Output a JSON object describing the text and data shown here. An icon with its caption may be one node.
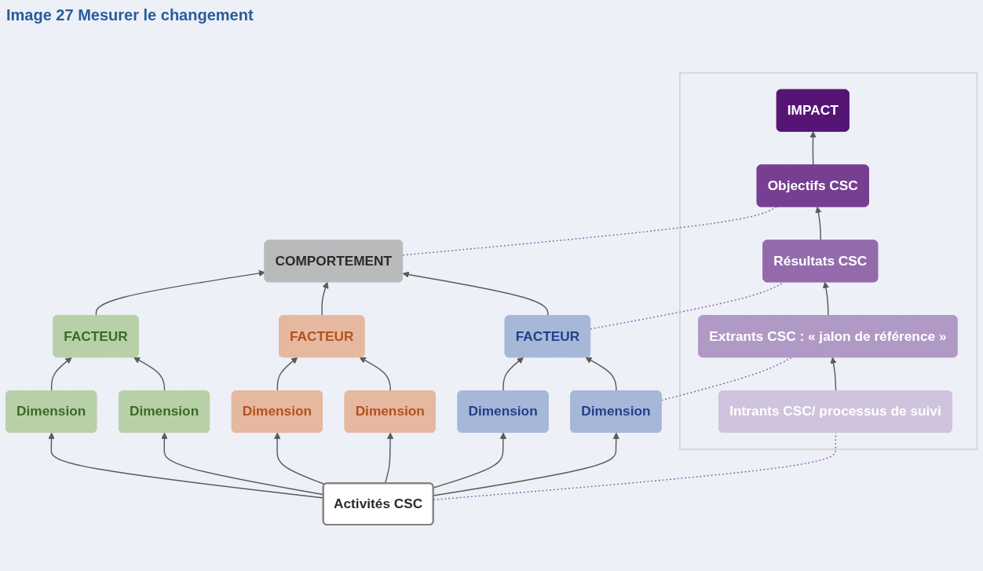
{
  "diagram": {
    "title": "Image 27 Mesurer le changement",
    "nodes": [
      {
        "text": [
          "COMPORTEMENT"
        ]
      },
      {
        "text": [
          "FACTEUR"
        ]
      },
      {
        "text": [
          "FACTEUR"
        ]
      },
      {
        "text": [
          "FACTEUR"
        ]
      },
      {
        "text": [
          "Dimension"
        ]
      },
      {
        "text": [
          "Dimension"
        ]
      },
      {
        "text": [
          "Dimension"
        ]
      },
      {
        "text": [
          "Dimension"
        ]
      },
      {
        "text": [
          "Dimension"
        ]
      },
      {
        "text": [
          "Dimension"
        ]
      },
      {
        "text": [
          "Activités CSC"
        ]
      },
      {
        "text": [],
        "shape": "box"
      },
      {
        "text": [
          "IMPACT"
        ],
        "in": 11
      },
      {
        "text": [
          "Objectifs CSC"
        ],
        "in": 11
      },
      {
        "text": [
          "Résultats CSC"
        ],
        "in": 11
      },
      {
        "text": [
          "Extrants CSC : « jalon de référence »"
        ],
        "in": 11
      },
      {
        "text": [
          "Intrants CSC/ processus de suivi"
        ],
        "in": 11
      }
    ],
    "edges": [
      {
        "from": 10,
        "to": 4,
        "arrow": "to"
      },
      {
        "from": 10,
        "to": 5,
        "arrow": "to"
      },
      {
        "from": 10,
        "to": 6,
        "arrow": "to"
      },
      {
        "from": 10,
        "to": 7,
        "arrow": "to"
      },
      {
        "from": 10,
        "to": 8,
        "arrow": "to"
      },
      {
        "from": 10,
        "to": 9,
        "arrow": "to"
      },
      {
        "from": 4,
        "to": 1,
        "arrow": "to"
      },
      {
        "from": 5,
        "to": 1,
        "arrow": "to"
      },
      {
        "from": 6,
        "to": 2,
        "arrow": "to"
      },
      {
        "from": 7,
        "to": 2,
        "arrow": "to"
      },
      {
        "from": 8,
        "to": 3,
        "arrow": "to"
      },
      {
        "from": 9,
        "to": 3,
        "arrow": "to"
      },
      {
        "from": 1,
        "to": 0,
        "arrow": "to"
      },
      {
        "from": 2,
        "to": 0,
        "arrow": "to"
      },
      {
        "from": 3,
        "to": 0,
        "arrow": "to"
      },
      {
        "from": 16,
        "to": 15,
        "arrow": "to"
      },
      {
        "from": 15,
        "to": 14,
        "arrow": "to"
      },
      {
        "from": 14,
        "to": 13,
        "arrow": "to"
      },
      {
        "from": 13,
        "to": 12,
        "arrow": "to"
      },
      {
        "from": 0,
        "to": 13,
        "arrow": "none",
        "style": "dashed",
        "color": "#8e5fb0"
      },
      {
        "from": 3,
        "to": 14,
        "arrow": "none",
        "style": "dashed",
        "color": "#8e5fb0"
      },
      {
        "from": 9,
        "to": 15,
        "arrow": "none",
        "style": "dashed",
        "color": "#8e5fb0"
      },
      {
        "from": 10,
        "to": 16,
        "arrow": "none",
        "style": "dashed",
        "color": "#8e5fb0"
      }
    ]
  }
}
